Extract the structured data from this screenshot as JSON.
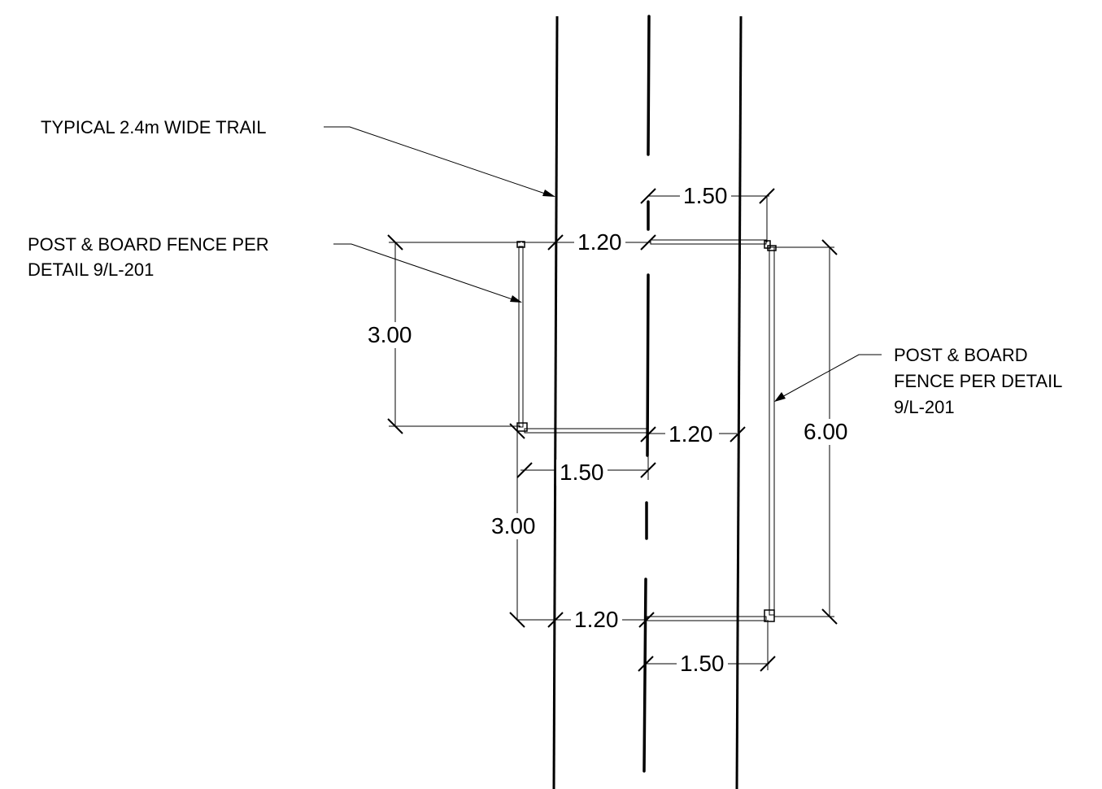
{
  "notes": {
    "trail": "TYPICAL 2.4m WIDE TRAIL",
    "fence_left_line1": "POST & BOARD FENCE PER",
    "fence_left_line2": "DETAIL 9/L-201",
    "fence_right_line1": "POST & BOARD",
    "fence_right_line2": "FENCE PER DETAIL",
    "fence_right_line3": "9/L-201"
  },
  "dimensions": {
    "top_right_offset": "1.50",
    "upper_left_clearance": "1.20",
    "left_fence_length": "3.00",
    "middle_clearance": "1.20",
    "middle_offset": "1.50",
    "lower_left_spacing": "3.00",
    "bottom_clearance": "1.20",
    "bottom_right_offset": "1.50",
    "right_fence_length": "6.00"
  }
}
